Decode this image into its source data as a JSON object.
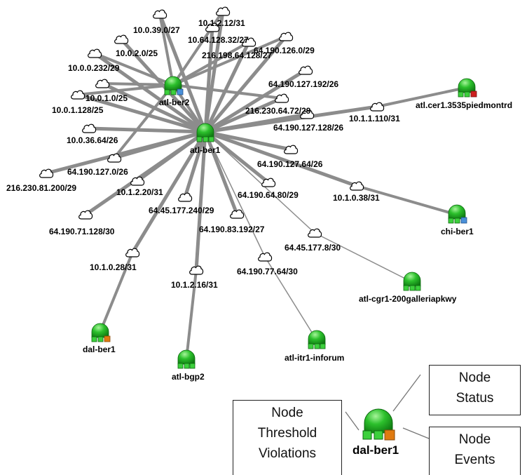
{
  "routers": {
    "atl_ber1": "atl-ber1",
    "atl_ber2": "atl-ber2",
    "atl_cer1": "atl.cer1.3535piedmontrd",
    "chi_ber1": "chi-ber1",
    "atl_cgr1": "atl-cgr1-200galleriapkwy",
    "atl_itr1": "atl-itr1-inforum",
    "atl_bgp2": "atl-bgp2",
    "dal_ber1": "dal-ber1"
  },
  "subnets": {
    "s10_0_39_0": "10.0.39.0/27",
    "s10_1_2_12": "10.1.2.12/31",
    "s10_64_128_32": "10.64.128.32/27",
    "s216_198_64_128": "216.198.64.128/27",
    "s64_190_126_0": "64.190.126.0/29",
    "s10_0_2_0": "10.0.2.0/25",
    "s10_0_0_232": "10.0.0.232/29",
    "s64_190_127_192": "64.190.127.192/26",
    "s10_0_1_0": "10.0.1.0/25",
    "s10_0_1_128": "10.0.1.128/25",
    "s216_230_64_72": "216.230.64.72/29",
    "s64_190_127_128": "64.190.127.128/26",
    "s10_1_1_110": "10.1.1.110/31",
    "s10_0_36_64": "10.0.36.64/26",
    "s64_190_127_64": "64.190.127.64/26",
    "s216_230_81_200": "216.230.81.200/29",
    "s64_190_127_0": "64.190.127.0/26",
    "s10_1_2_20": "10.1.2.20/31",
    "s64_190_64_80": "64.190.64.80/29",
    "s10_1_0_38": "10.1.0.38/31",
    "s64_45_177_240": "64.45.177.240/29",
    "s64_190_71_128": "64.190.71.128/30",
    "s64_190_83_192": "64.190.83.192/27",
    "s64_45_177_8": "64.45.177.8/30",
    "s10_1_0_28": "10.1.0.28/31",
    "s64_190_77_64": "64.190.77.64/30",
    "s10_1_2_16": "10.1.2.16/31"
  },
  "legend": {
    "node_label": "dal-ber1",
    "status_line1": "Node",
    "status_line2": "Status",
    "threshold_line1": "Node",
    "threshold_line2": "Threshold",
    "threshold_line3": "Violations",
    "events_line1": "Node",
    "events_line2": "Events"
  },
  "colors": {
    "router_green": "#2cc02c",
    "link_gray": "#8c8c8c",
    "status_blue": "#4a90d9",
    "status_red": "#cc1f1f",
    "status_orange": "#e07a10"
  }
}
